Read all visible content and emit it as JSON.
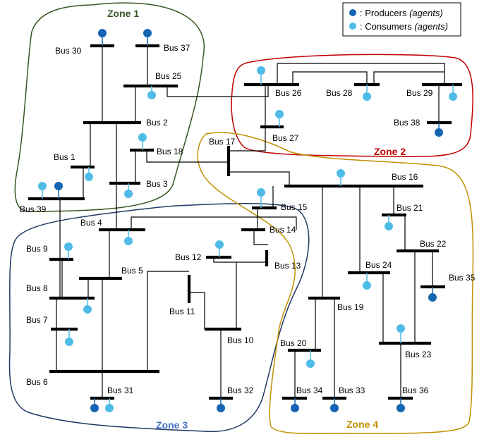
{
  "legend": {
    "producers": ": Producers ",
    "producers_italic": "(agents)",
    "consumers": ": Consumers ",
    "consumers_italic": "(agents)"
  },
  "colors": {
    "producer": "#1565b3",
    "consumer": "#4fbce8",
    "zone1": "#375623",
    "zone2": "#c00000",
    "zone3": "#203864",
    "zone3_label": "#4472c4",
    "zone4": "#bf9000"
  },
  "zones": {
    "z1": "Zone 1",
    "z2": "Zone 2",
    "z3": "Zone 3",
    "z4": "Zone 4"
  },
  "buses": {
    "b1": "Bus 1",
    "b2": "Bus 2",
    "b3": "Bus 3",
    "b4": "Bus 4",
    "b5": "Bus 5",
    "b6": "Bus 6",
    "b7": "Bus 7",
    "b8": "Bus 8",
    "b9": "Bus 9",
    "b10": "Bus 10",
    "b11": "Bus 11",
    "b12": "Bus 12",
    "b13": "Bus 13",
    "b14": "Bus 14",
    "b15": "Bus 15",
    "b16": "Bus 16",
    "b17": "Bus 17",
    "b18": "Bus 18",
    "b19": "Bus 19",
    "b20": "Bus 20",
    "b21": "Bus 21",
    "b22": "Bus 22",
    "b23": "Bus 23",
    "b24": "Bus 24",
    "b25": "Bus 25",
    "b26": "Bus 26",
    "b27": "Bus 27",
    "b28": "Bus 28",
    "b29": "Bus 29",
    "b30": "Bus 30",
    "b31": "Bus 31",
    "b32": "Bus 32",
    "b33": "Bus 33",
    "b34": "Bus 34",
    "b35": "Bus 35",
    "b36": "Bus 36",
    "b37": "Bus 37",
    "b38": "Bus 38",
    "b39": "Bus 39"
  }
}
